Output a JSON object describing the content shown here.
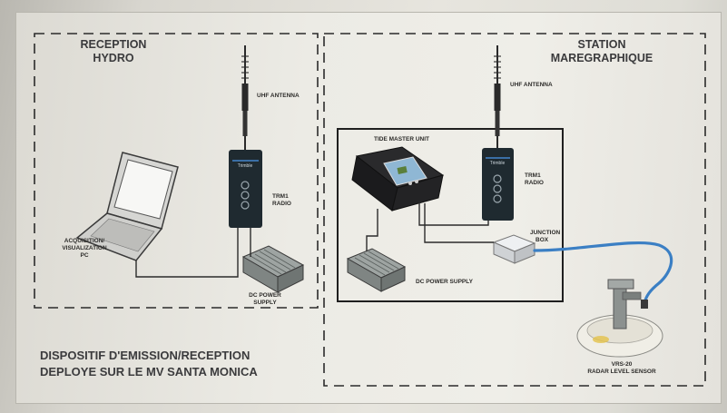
{
  "left_panel": {
    "title_line1": "RECEPTION",
    "title_line2": "HYDRO",
    "antenna_label": "UHF ANTENNA",
    "radio_label_line1": "TRM1",
    "radio_label_line2": "RADIO",
    "pc_label_line1": "ACQUISITION/",
    "pc_label_line2": "VISUALIZATION",
    "pc_label_line3": "PC",
    "power_label_line1": "DC POWER",
    "power_label_line2": "SUPPLY"
  },
  "right_panel": {
    "title_line1": "STATION",
    "title_line2": "MAREGRAPHIQUE",
    "antenna_label": "UHF ANTENNA",
    "tide_label": "TIDE MASTER UNIT",
    "radio_label_line1": "TRM1",
    "radio_label_line2": "RADIO",
    "junction_label_line1": "JUNCTION",
    "junction_label_line2": "BOX",
    "power_label": "DC POWER SUPPLY",
    "sensor_label_line1": "VRS-20",
    "sensor_label_line2": "RADAR LEVEL SENSOR"
  },
  "caption": {
    "line1": "DISPOSITIF D'EMISSION/RECEPTION",
    "line2": "DEPLOYE SUR LE MV SANTA MONICA"
  },
  "device_text": {
    "radio_brand": "Trimble"
  },
  "colors": {
    "line": "#2b2b2b",
    "cable_blue": "#3b7fc4",
    "radio_body": "#1f2a30",
    "radio_stripe": "#3a6ea5"
  }
}
